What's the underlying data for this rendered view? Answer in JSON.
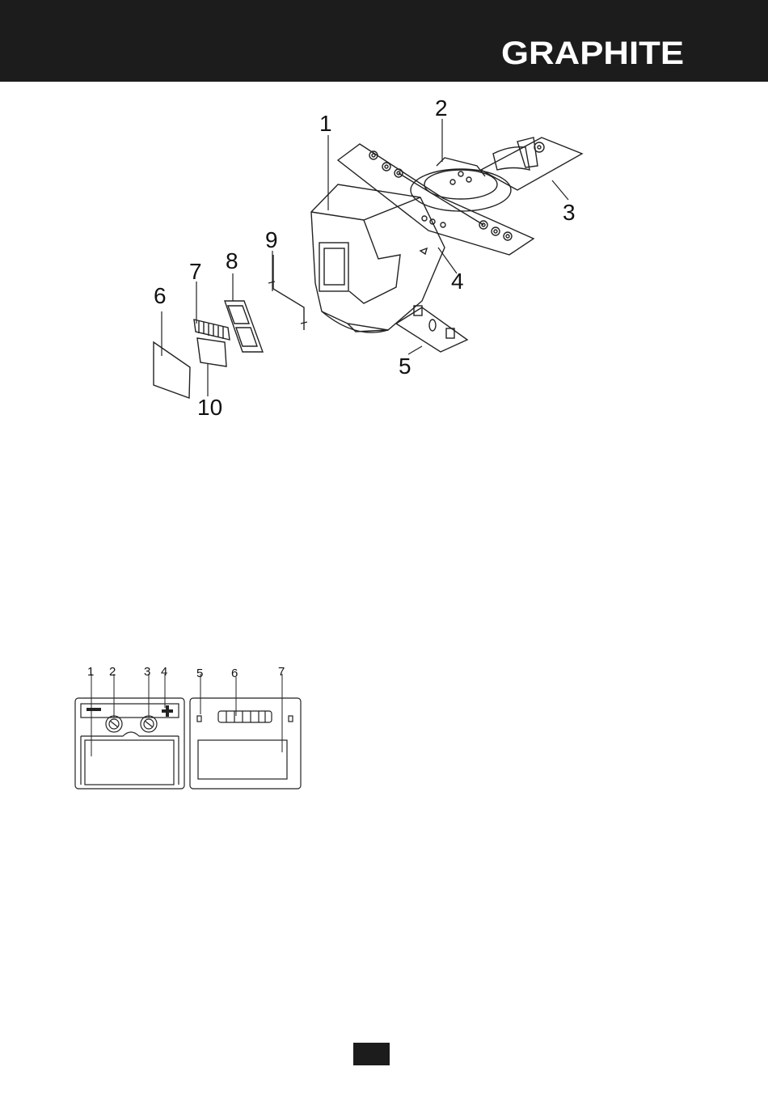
{
  "header": {
    "brand": "GRAPHITE",
    "background": "#1c1c1c",
    "logo_color": "#ffffff"
  },
  "exploded_view": {
    "callouts": [
      "1",
      "2",
      "3",
      "4",
      "5",
      "6",
      "7",
      "8",
      "9",
      "10"
    ]
  },
  "cartridge_view": {
    "callouts": [
      "1",
      "2",
      "3",
      "4",
      "5",
      "6",
      "7"
    ]
  },
  "page_marker": {
    "background": "#1c1c1c"
  }
}
